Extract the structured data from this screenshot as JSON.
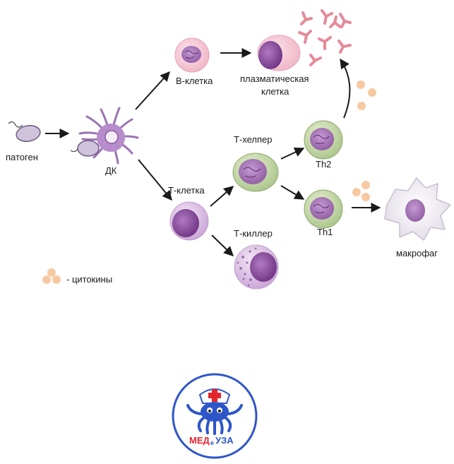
{
  "labels": {
    "pathogen": "патоген",
    "dc": "ДК",
    "b_cell": "В-клетка",
    "plasma_line1": "плазматическая",
    "plasma_line2": "клетка",
    "t_cell": "Т-клетка",
    "t_helper": "Т-хелпер",
    "th2": "Th2",
    "th1": "Th1",
    "t_killer": "Т-киллер",
    "macrophage": "макрофаг",
    "cytokines_legend": "- цитокины"
  },
  "logo": {
    "text_left": "МЕД",
    "text_small": "е",
    "text_right": "УЗА"
  },
  "colors": {
    "arrow": "#1a1a1a",
    "cytokine": "#f7c9a3",
    "antibody": "#e58a99",
    "nucleus": "#7b3b8c",
    "logo_blue": "#2e56c9",
    "logo_red": "#e3262d"
  }
}
